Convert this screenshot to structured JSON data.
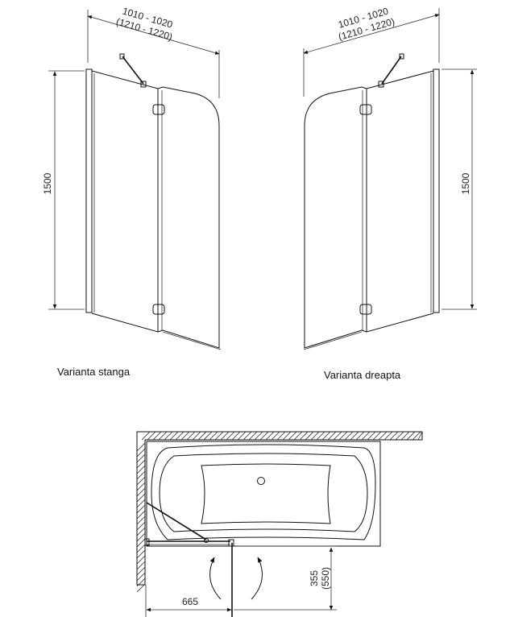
{
  "left_view": {
    "width_label": "1010 - 1020",
    "width_label_alt": "(1210 - 1220)",
    "height_label": "1500",
    "caption": "Varianta stanga"
  },
  "right_view": {
    "width_label": "1010 - 1020",
    "width_label_alt": "(1210 - 1220)",
    "height_label": "1500",
    "caption": "Varianta dreapta"
  },
  "plan_view": {
    "depth_label": "355",
    "depth_label_alt": "(550)",
    "length_label": "665"
  }
}
